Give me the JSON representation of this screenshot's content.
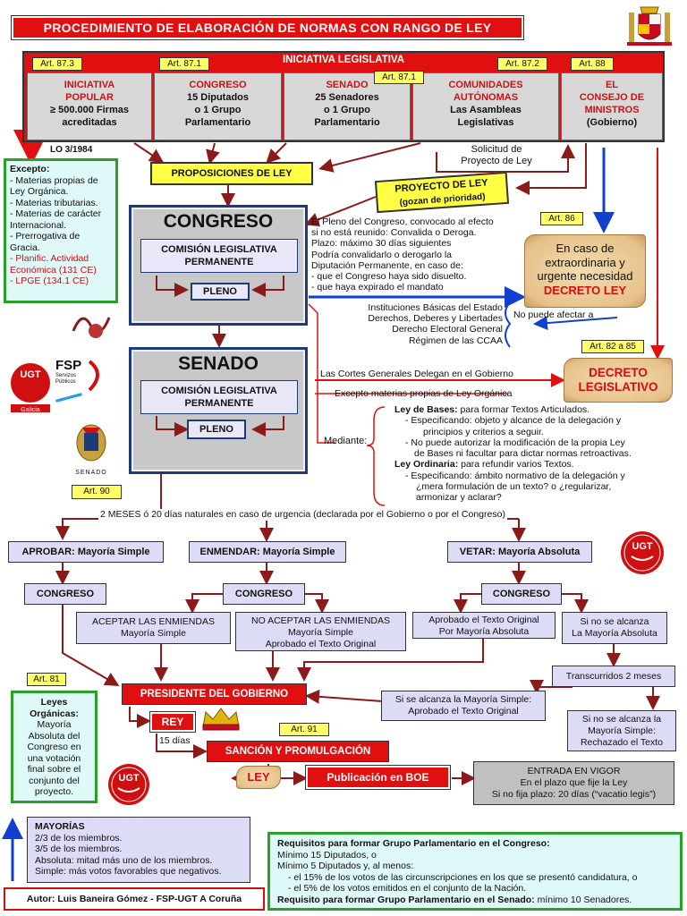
{
  "title": "PROCEDIMIENTO DE ELABORACIÓN DE NORMAS CON RANGO DE LEY",
  "iniciativa": {
    "header": "INICIATIVA LEGISLATIVA",
    "cols": [
      {
        "art": "Art. 87.3",
        "l1": "INICIATIVA",
        "l2": "POPULAR",
        "l3": "≥ 500.000 Firmas",
        "l4": "acreditadas"
      },
      {
        "art": "Art. 87.1",
        "l1": "CONGRESO",
        "l2": "15 Diputados",
        "l3": "o 1 Grupo",
        "l4": "Parlamentario"
      },
      {
        "art": "Art. 87.1",
        "l1": "SENADO",
        "l2": "25 Senadores",
        "l3": "o 1 Grupo",
        "l4": "Parlamentario"
      },
      {
        "art": "Art. 87.2",
        "l1": "COMUNIDADES",
        "l2": "AUTÓNOMAS",
        "l3": "Las Asambleas",
        "l4": "Legislativas"
      },
      {
        "art": "Art. 88",
        "l1": "EL",
        "l2": "CONSEJO DE",
        "l3": "MINISTROS",
        "l4": "(Gobierno)"
      }
    ]
  },
  "lo": "LO 3/1984",
  "excepto": {
    "title": "Excepto:",
    "items": [
      "- Materias propias de Ley Orgánica.",
      "- Materias tributarias.",
      "- Materias de carácter Internacional.",
      "- Prerrogativa de Gracia."
    ],
    "red_items": [
      "- Planific. Actividad Económica (131 CE)",
      "- LPGE (134.1 CE)"
    ]
  },
  "proposiciones": "PROPOSICIONES DE LEY",
  "solicitud": [
    "Solicitud de",
    "Proyecto de Ley"
  ],
  "proyecto": [
    "PROYECTO DE LEY",
    "(gozan de prioridad)"
  ],
  "congreso": {
    "name": "CONGRESO",
    "comision": [
      "COMISIÓN LEGISLATIVA",
      "PERMANENTE"
    ],
    "pleno": "PLENO"
  },
  "senado": {
    "name": "SENADO",
    "comision": [
      "COMISIÓN LEGISLATIVA",
      "PERMANENTE"
    ],
    "pleno": "PLENO"
  },
  "pleno_text": [
    "El Pleno del Congreso, convocado al efecto",
    "si no está reunido: Convalida o Deroga.",
    "Plazo: máximo 30 días siguientes",
    "Podría convalidarlo o derogarlo la",
    "Diputación Permanente, en caso de:",
    "- que el Congreso haya sido disuelto.",
    "- que haya expirado el mandato"
  ],
  "art86": "Art. 86",
  "decreto_ley": {
    "l1": "En caso de",
    "l2": "extraordinaria y",
    "l3": "urgente necesidad",
    "l4": "DECRETO LEY"
  },
  "instituciones": [
    "Instituciones Básicas del Estado",
    "Derechos, Deberes y Libertades",
    "Derecho Electoral General",
    "Régimen de las CCAA"
  ],
  "no_afectar": "No puede afectar a",
  "art82": "Art. 82 a 85",
  "decreto_leg": [
    "DECRETO",
    "LEGISLATIVO"
  ],
  "cortes": "Las Cortes Generales Delegan en el Gobierno",
  "excepto_lo": "Excepto materias propias de Ley Orgánica",
  "mediante": "Mediante:",
  "bases": {
    "title": "Ley de Bases:",
    "title_rest": " para formar Textos Articulados.",
    "l1": "- Especificando: objeto y alcance de la delegación y",
    "l2": "principios y criterios a seguir.",
    "l3": "- No puede autorizar la modificación de la propia Ley",
    "l4": "de Bases ni facultar para dictar normas retroactivas."
  },
  "ordinaria": {
    "title": "Ley Ordinaria:",
    "title_rest": " para refundir varios Textos.",
    "l1": "- Especificando: ámbito normativo de la delegación y",
    "l2": "¿mera formulación de un texto? o ¿regularizar,",
    "l3": "armonizar y aclarar?"
  },
  "art90": "Art. 90",
  "plazo": "2 MESES ó  20  días naturales en caso de urgencia (declarada por el Gobierno o por el Congreso)",
  "aprobar": "APROBAR: Mayoría Simple",
  "enmendar": "ENMENDAR: Mayoría Simple",
  "vetar": "VETAR: Mayoría Absoluta",
  "congreso_lbl": "CONGRESO",
  "aceptar": [
    "ACEPTAR LAS ENMIENDAS",
    "Mayoría Simple"
  ],
  "no_aceptar": [
    "NO ACEPTAR LAS ENMIENDAS",
    "Mayoría Simple",
    "Aprobado el Texto Original"
  ],
  "aprobado_orig": [
    "Aprobado el Texto Original",
    "Por Mayoría Absoluta"
  ],
  "no_alcanza": [
    "Si no se alcanza",
    "La Mayoría Absoluta"
  ],
  "transcurridos": "Transcurridos 2 meses",
  "si_alcanza": [
    "Si se alcanza la Mayoría Simple:",
    "Aprobado el  Texto Original"
  ],
  "si_no_alcanza": [
    "Si no se alcanza la",
    "Mayoría Simple:",
    "Rechazado el Texto"
  ],
  "presidente": "PRESIDENTE DEL GOBIERNO",
  "rey": "REY",
  "quince": "15 días",
  "art91": "Art. 91",
  "sancion": "SANCIÓN Y PROMULGACIÓN",
  "ley": "LEY",
  "publicacion": "Publicación en BOE",
  "vigor": [
    "ENTRADA EN VIGOR",
    "En el plazo que fije la Ley",
    "Si no fija plazo: 20 días (“vacatio legis”)"
  ],
  "art81": "Art. 81",
  "leyes_org": {
    "t1": "Leyes",
    "t2": "Orgánicas:",
    "body": [
      "Mayoría",
      "Absoluta del",
      "Congreso en",
      "una votación",
      "final sobre el",
      "conjunto del",
      "proyecto."
    ]
  },
  "mayorias": {
    "title": "MAYORÍAS",
    "items": [
      "2/3 de los miembros.",
      "3/5 de los miembros.",
      "Absoluta: mitad más uno de los miembros.",
      "Simple: más votos favorables que negativos."
    ]
  },
  "autor": "Autor: Luis Baneira Gómez - FSP-UGT A Coruña",
  "requisitos": {
    "title": "Requisitos para formar Grupo Parlamentario en el Congreso:",
    "l1": "Mínimo 15 Diputados, o",
    "l2": "Mínimo 5 Diputados y, al menos:",
    "l3": "- el 15% de los votos de las circunscripciones en los que se presentó candidatura, o",
    "l4": "- el 5% de los votos emitidos en el conjunto de la Nación.",
    "senado_b": "Requisito para formar Grupo Parlamentario en el Senado:",
    "senado_r": " mínimo 10 Senadores."
  },
  "logos": {
    "ugt": "UGT",
    "fsp": "FSP",
    "fsp_sub1": "Servizos",
    "fsp_sub2": "Públicos",
    "galicia": "Galicia",
    "senado": "SENADO"
  }
}
